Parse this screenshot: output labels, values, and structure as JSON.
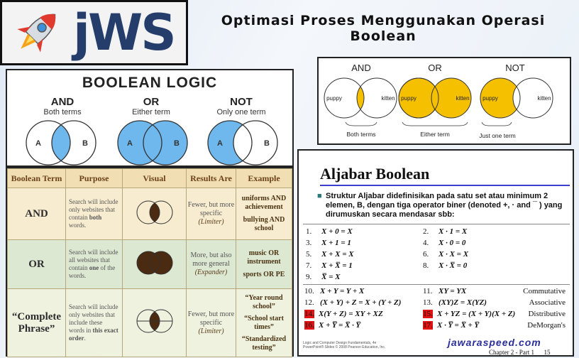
{
  "logo": {
    "brand": "jWS",
    "icon": "rocket-icon"
  },
  "title": {
    "line1": "Optimasi Proses Menggunakan Operasi",
    "line2": "Boolean"
  },
  "boolean_logic": {
    "heading": "BOOLEAN LOGIC",
    "ops": [
      {
        "name": "AND",
        "sub": "Both terms"
      },
      {
        "name": "OR",
        "sub": "Either term"
      },
      {
        "name": "NOT",
        "sub": "Only one term"
      }
    ],
    "a": "A",
    "b": "B"
  },
  "table": {
    "headers": [
      "Boolean Term",
      "Purpose",
      "Visual",
      "Results Are",
      "Example"
    ],
    "rows": [
      {
        "term": "AND",
        "purpose_pre": "Search will include only websites that contain ",
        "purpose_b": "both",
        "purpose_post": " words.",
        "results": "Fewer, but more specific",
        "results_i": "(Limiter)",
        "ex1": "uniforms AND achievement",
        "ex2": "bullying AND school"
      },
      {
        "term": "OR",
        "purpose_pre": "Search will include all websites that contain ",
        "purpose_b": "one",
        "purpose_post": " of the words.",
        "results": "More, but also more general",
        "results_i": "(Expander)",
        "ex1": "music OR instrument",
        "ex2": "sports OR PE"
      },
      {
        "term": "“Complete Phrase”",
        "purpose_pre": "Search will include only websites that include these words in ",
        "purpose_b": "this exact order",
        "purpose_post": ".",
        "results": "Fewer, but more specific",
        "results_i": "(Limiter)",
        "ex1": "“Year round school”",
        "ex2": "“School start times”",
        "ex3": "“Standardized testing”"
      }
    ]
  },
  "venn": {
    "ops": [
      {
        "name": "AND",
        "caption": "Both terms"
      },
      {
        "name": "OR",
        "caption": "Either term"
      },
      {
        "name": "NOT",
        "caption": "Just one term"
      }
    ],
    "left": "puppy",
    "right": "kitten",
    "fill": "#f5c000"
  },
  "aljabar": {
    "heading": "Aljabar Boolean",
    "desc": "Struktur Aljabar didefinisikan pada satu set atau minimum 2 elemen, B, dengan tiga operator biner (denoted +, ·  and ¯ ) yang dirumuskan secara mendasar sbb:",
    "eqs_left": [
      {
        "n": "1.",
        "e": "X + 0 = X"
      },
      {
        "n": "3.",
        "e": "X + 1 = 1"
      },
      {
        "n": "5.",
        "e": "X + X = X"
      },
      {
        "n": "7.",
        "e": "X + X̅ = 1"
      },
      {
        "n": "9.",
        "e": "X̅̅ = X"
      }
    ],
    "eqs_right": [
      {
        "n": "2.",
        "e": "X · 1 = X"
      },
      {
        "n": "4.",
        "e": "X · 0 = 0"
      },
      {
        "n": "6.",
        "e": "X · X = X"
      },
      {
        "n": "8.",
        "e": "X · X̅ = 0"
      }
    ],
    "laws": [
      {
        "nl": "10.",
        "l": "X + Y = Y + X",
        "nr": "11.",
        "r": "XY = YX",
        "name": "Commutative",
        "red": false
      },
      {
        "nl": "12.",
        "l": "(X + Y) + Z = X + (Y + Z)",
        "nr": "13.",
        "r": "(XY)Z = X(YZ)",
        "name": "Associative",
        "red": false
      },
      {
        "nl": "14.",
        "l": "X(Y + Z) = XY + XZ",
        "nr": "15.",
        "r": "X + YZ = (X + Y)(X + Z)",
        "name": "Distributive",
        "red": true
      },
      {
        "nl": "16.",
        "l": "X + Y̅̅̅̅̅ = X̅ · Y̅",
        "nr": "17.",
        "r": "X · Y̅̅̅̅̅ = X̅ + Y̅",
        "name": "DeMorgan's",
        "red": true
      }
    ],
    "footnote": "Logic and Computer Design Fundamentals, 4e PowerPoint® Slides © 2008 Pearson Education, Inc.",
    "site": "jawaraspeed.com",
    "chapter": "Chapter 2 - Part 1",
    "page": "15"
  }
}
